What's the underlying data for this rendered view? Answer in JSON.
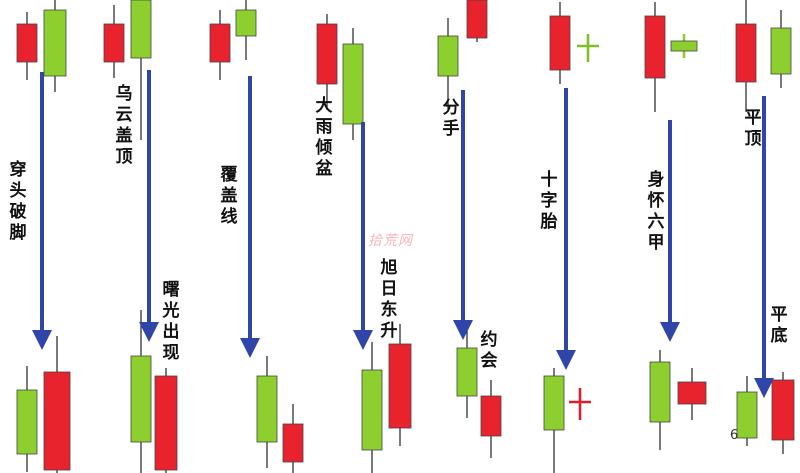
{
  "colors": {
    "bull": "#8ccf2e",
    "bear": "#e8232d",
    "arrow": "#2f45a8",
    "wick": "#333333",
    "bull_cross": "#7fbf2a",
    "bear_cross": "#d8202a"
  },
  "patterns": [
    {
      "top_label": "",
      "bottom_label": "穿头破脚"
    },
    {
      "top_label": "乌云盖顶",
      "bottom_label": "曙光出现"
    },
    {
      "top_label": "",
      "bottom_label": "覆盖线"
    },
    {
      "top_label": "大雨倾盆",
      "bottom_label": "旭日东升"
    },
    {
      "top_label": "分手",
      "bottom_label": "约会"
    },
    {
      "top_label": "",
      "bottom_label": "十字胎"
    },
    {
      "top_label": "",
      "bottom_label": "身怀六甲"
    },
    {
      "top_label": "平顶",
      "bottom_label": "平底"
    }
  ],
  "watermark": "拾荒网",
  "page_number": "6"
}
